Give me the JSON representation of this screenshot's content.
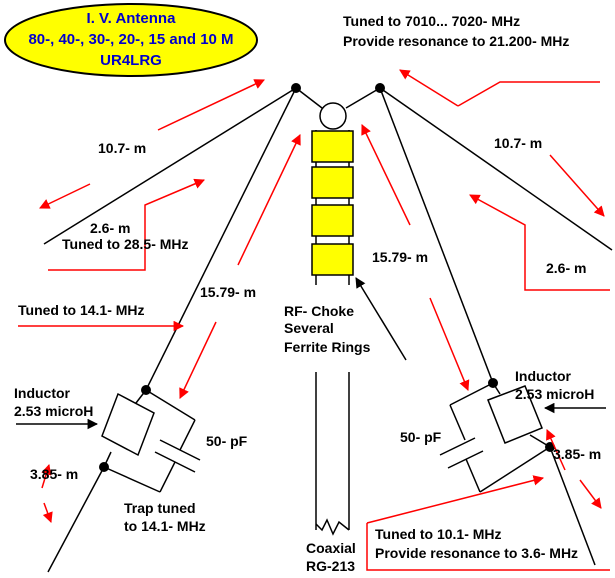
{
  "title_box": {
    "line1": "I. V. Antenna",
    "line2": "80-, 40-, 30-, 20-, 15 and 10 M",
    "line3": "UR4LRG"
  },
  "labels": {
    "tuned_7010_line1": "Tuned to 7010... 7020- MHz",
    "tuned_7010_line2": "Provide resonance to 21.200- MHz",
    "left_upper_len": "10.7- m",
    "right_upper_len": "10.7- m",
    "left_stub_len": "2.6- m",
    "left_stub_tune": "Tuned to 28.5- MHz",
    "right_stub_len": "2.6- m",
    "left_main_len": "15.79- m",
    "right_main_len": "15.79- m",
    "left_tuned_14": "Tuned to 14.1- MHz",
    "choke_line1": "RF- Choke",
    "choke_line2": "Several",
    "choke_line3": "Ferrite Rings",
    "left_inductor_line1": "Inductor",
    "left_inductor_line2": "2.53 microH",
    "right_inductor_line1": "Inductor",
    "right_inductor_line2": "2.53 microH",
    "left_cap": "50- pF",
    "right_cap": "50- pF",
    "left_tail_len": "3.85- m",
    "right_tail_len": "3.85- m",
    "trap_line1": "Trap tuned",
    "trap_line2": "to 14.1- MHz",
    "tuned_101_line1": "Tuned to 10.1- MHz",
    "tuned_101_line2": "Provide resonance to 3.6- MHz",
    "coax_line1": "Coaxial",
    "coax_line2": "RG-213"
  },
  "colors": {
    "title_fill": "#ffff00",
    "title_text": "#0000cc",
    "choke_fill": "#ffff00",
    "arrow": "#ff0000",
    "wire": "#000000"
  }
}
